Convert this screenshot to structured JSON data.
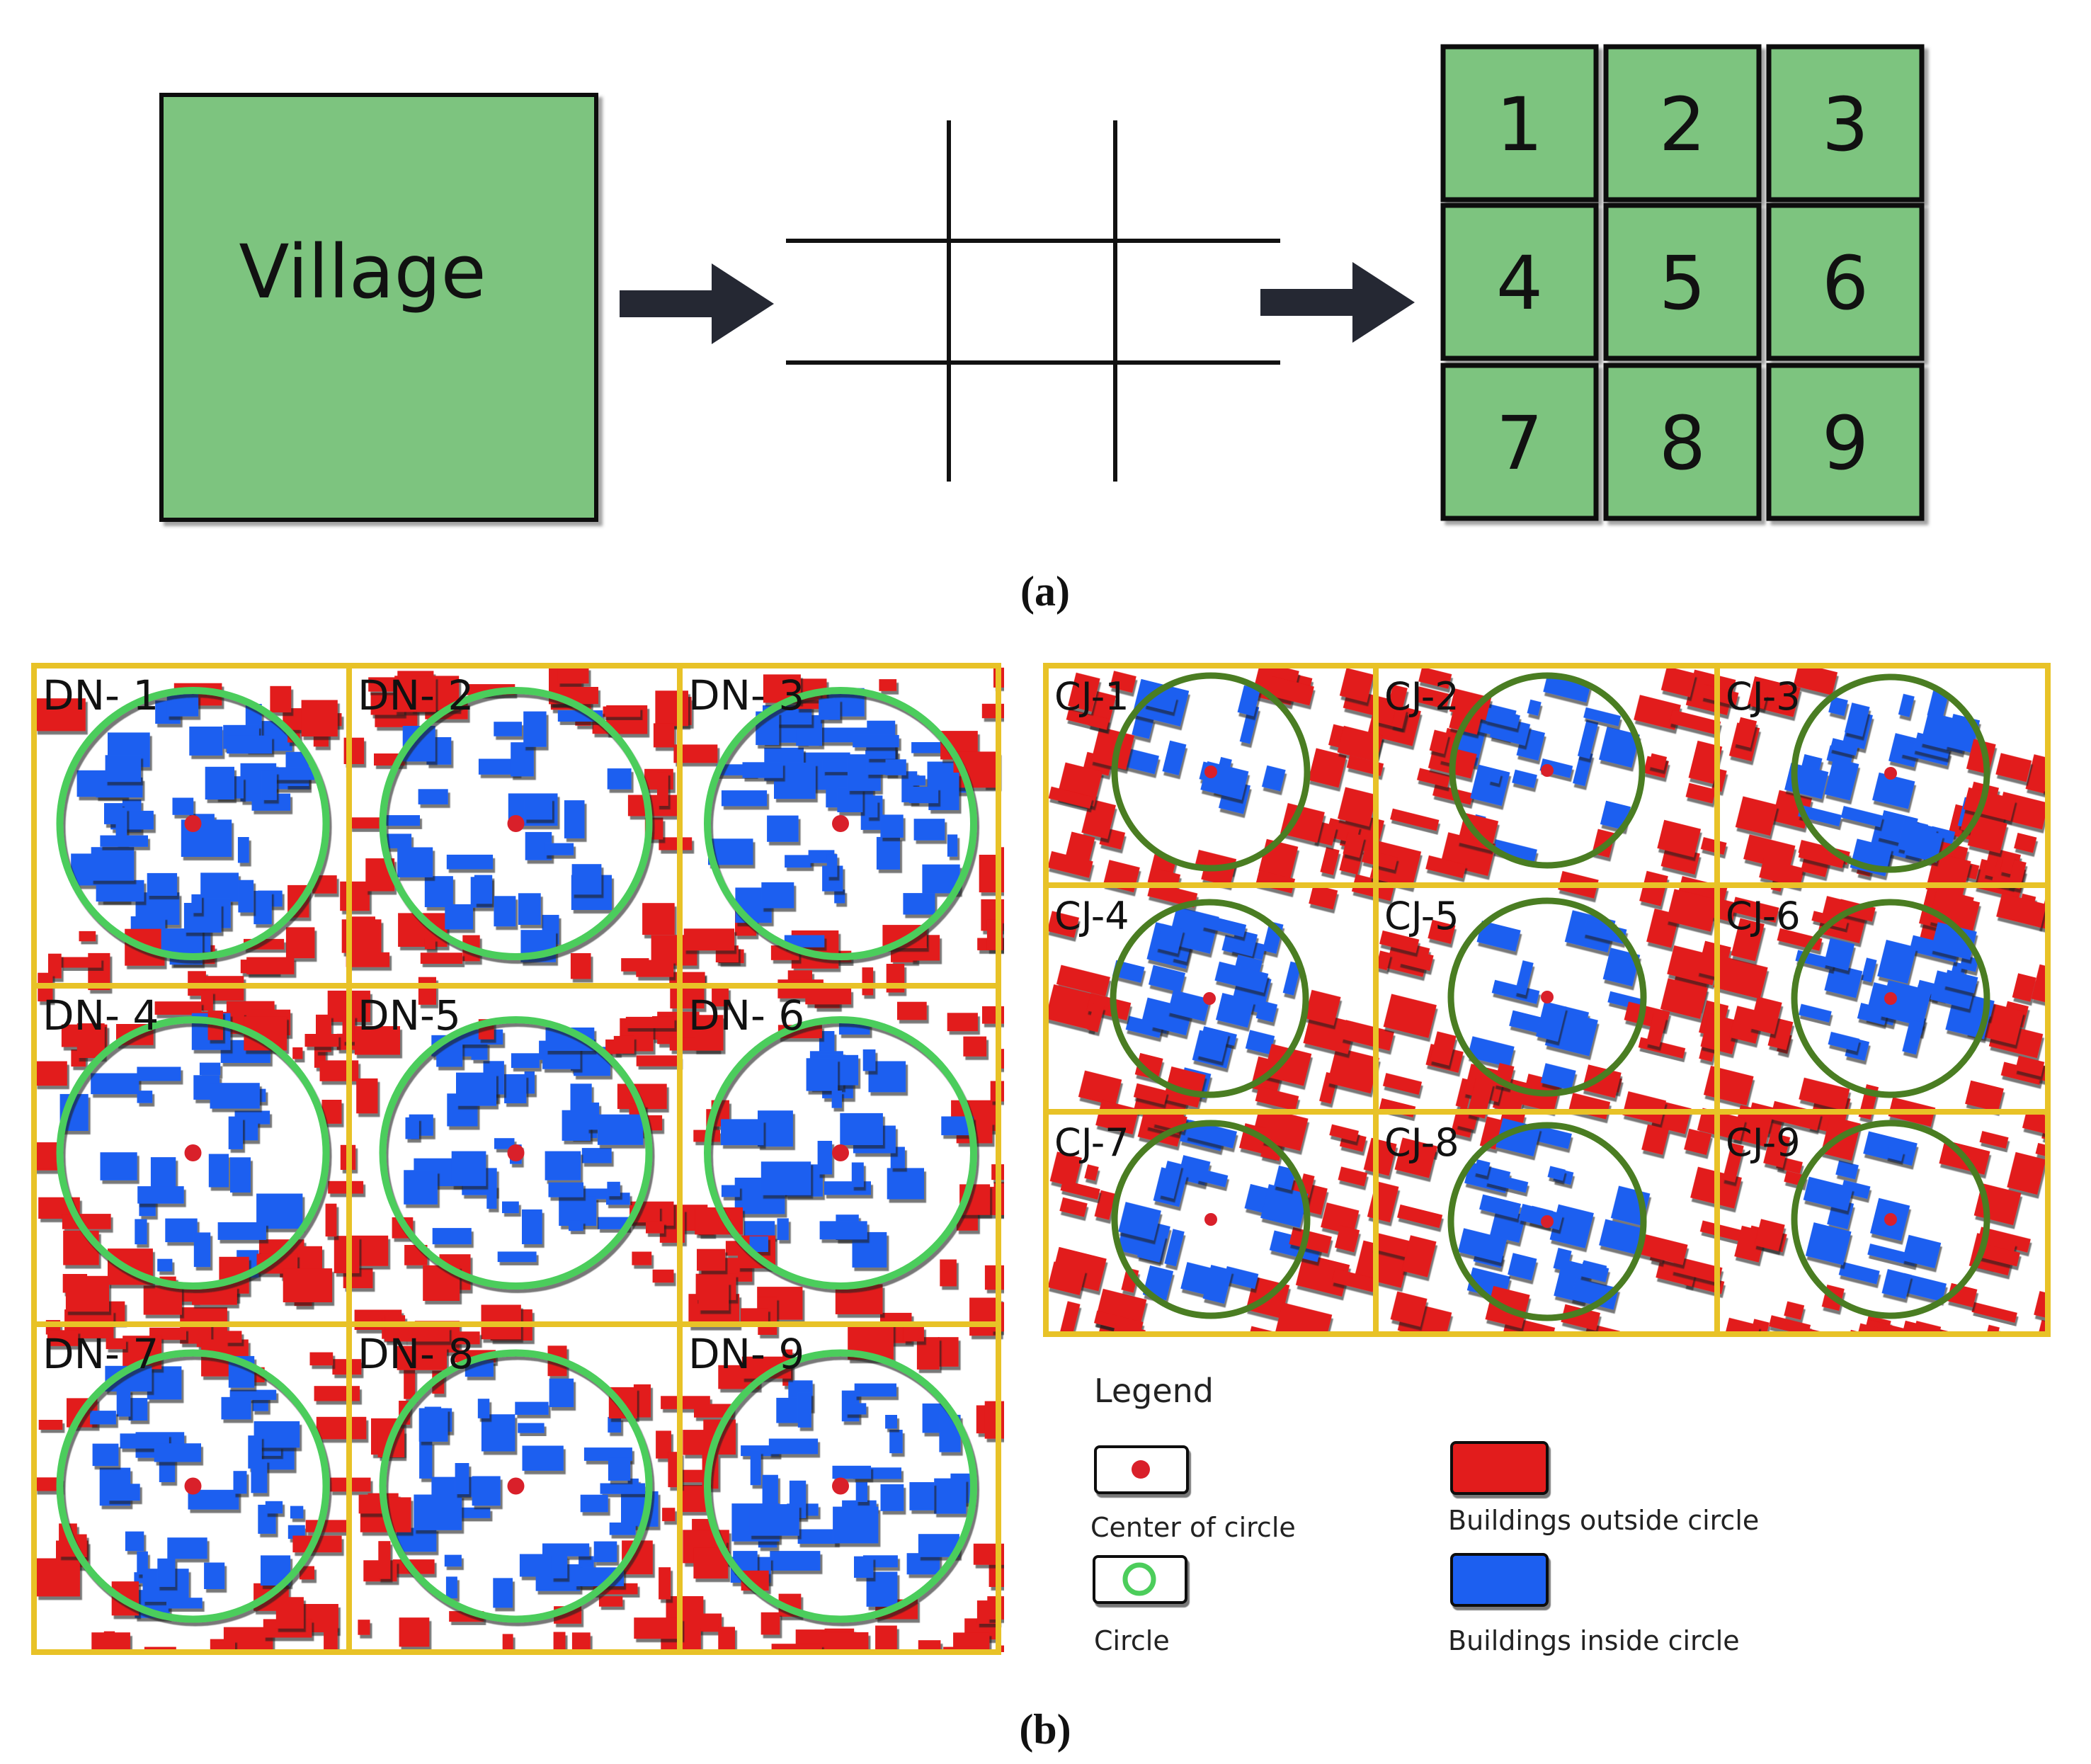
{
  "panel_a": {
    "village_label": "Village",
    "grid_numbers": [
      "1",
      "2",
      "3",
      "4",
      "5",
      "6",
      "7",
      "8",
      "9"
    ],
    "caption": "(a)"
  },
  "panel_b": {
    "dn_labels": [
      "DN- 1",
      "DN- 2",
      "DN- 3",
      "DN- 4",
      "DN-5",
      "DN- 6",
      "DN- 7",
      "DN- 8",
      "DN- 9"
    ],
    "cj_labels": [
      "CJ-1",
      "CJ-2",
      "CJ-3",
      "CJ-4",
      "CJ-5",
      "CJ-6",
      "CJ-7",
      "CJ-8",
      "CJ-9"
    ],
    "caption": "(b)"
  },
  "legend": {
    "title": "Legend",
    "center_label": "Center of circle",
    "circle_label": "Circle",
    "outside_label": "Buildings outside circle",
    "inside_label": "Buildings inside circle"
  },
  "colors": {
    "green_fill": "#7dc47f",
    "grid_yellow": "#e8c227",
    "building_outside": "#e21a1a",
    "building_inside": "#1f5ff0",
    "circle_dn": "#4ccd5b",
    "circle_cj": "#4a7d22",
    "center_dot": "#d9202a",
    "arrow": "#252833"
  }
}
